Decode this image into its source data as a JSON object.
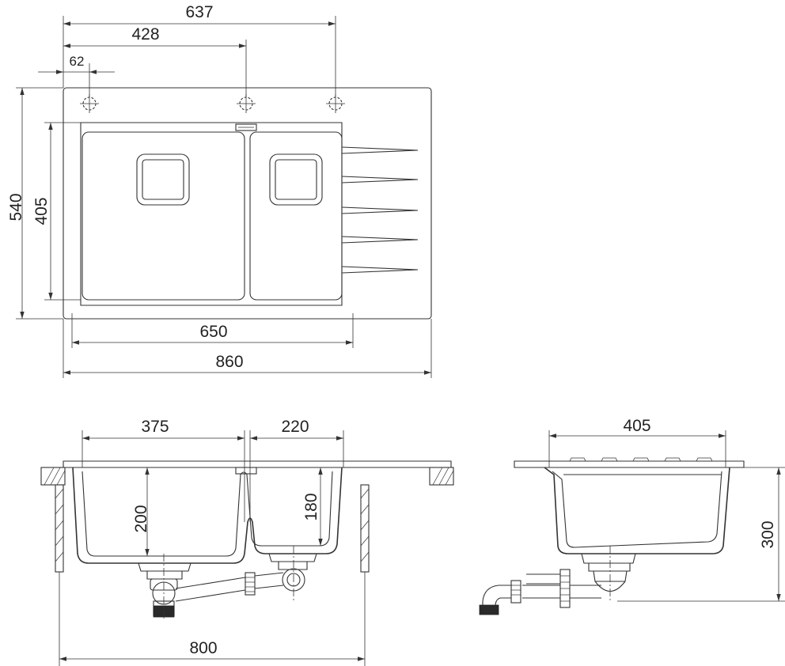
{
  "dimensions": {
    "top_view": {
      "hole_spacing_total": "637",
      "hole_spacing_mid": "428",
      "hole_offset": "62",
      "overall_depth": "540",
      "bowl_depth": "405",
      "bowls_width": "650",
      "overall_width": "860"
    },
    "front_view": {
      "large_bowl_width": "375",
      "small_bowl_width": "220",
      "large_bowl_depth": "200",
      "small_bowl_depth": "180",
      "cabinet_width": "800"
    },
    "side_view": {
      "bowl_depth": "405",
      "total_height": "300"
    }
  },
  "colors": {
    "line": "#333333",
    "fill_dark": "#2a2a2a",
    "background": "#ffffff"
  }
}
